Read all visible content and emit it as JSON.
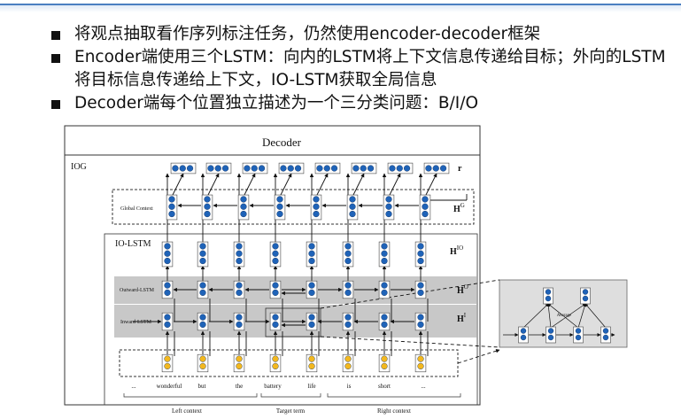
{
  "bullets": [
    "将观点抽取看作序列标注任务，仍然使用encoder-decoder框架",
    "Encoder端使用三个LSTM：向内的LSTM将上下文信息传递给目标；外向的LSTM将目标信息传递给上下文，IO-LSTM获取全局信息",
    "Decoder端每个位置独立描述为一个三分类问题：B/I/O"
  ],
  "diagram": {
    "decoder_title": "Decoder",
    "iog_label": "IOG",
    "output_label": "r",
    "global_context_label": "Global Context",
    "hg_label": "H",
    "hg_sup": "G",
    "io_lstm_label": "IO-LSTM",
    "hio_label": "H",
    "hio_sup": "IO",
    "outward_label": "Outward-LSTM",
    "ho_label": "H",
    "ho_sup": "O",
    "inward_label": "Inward-LSTM",
    "hi_label": "H",
    "hi_sup": "I",
    "words": [
      "...",
      "wonderful",
      "but",
      "the",
      "battery",
      "life",
      "is",
      "short",
      "..."
    ],
    "left_context_label": "Left context",
    "target_term_label": "Target term",
    "right_context_label": "Right context",
    "zoom_average_label": "Average"
  },
  "colors": {
    "blue_node": "#1f63b8",
    "yellow_node": "#f3b81f",
    "gray_band": "#c8c8c8",
    "accent_line": "#4a7fc1"
  }
}
